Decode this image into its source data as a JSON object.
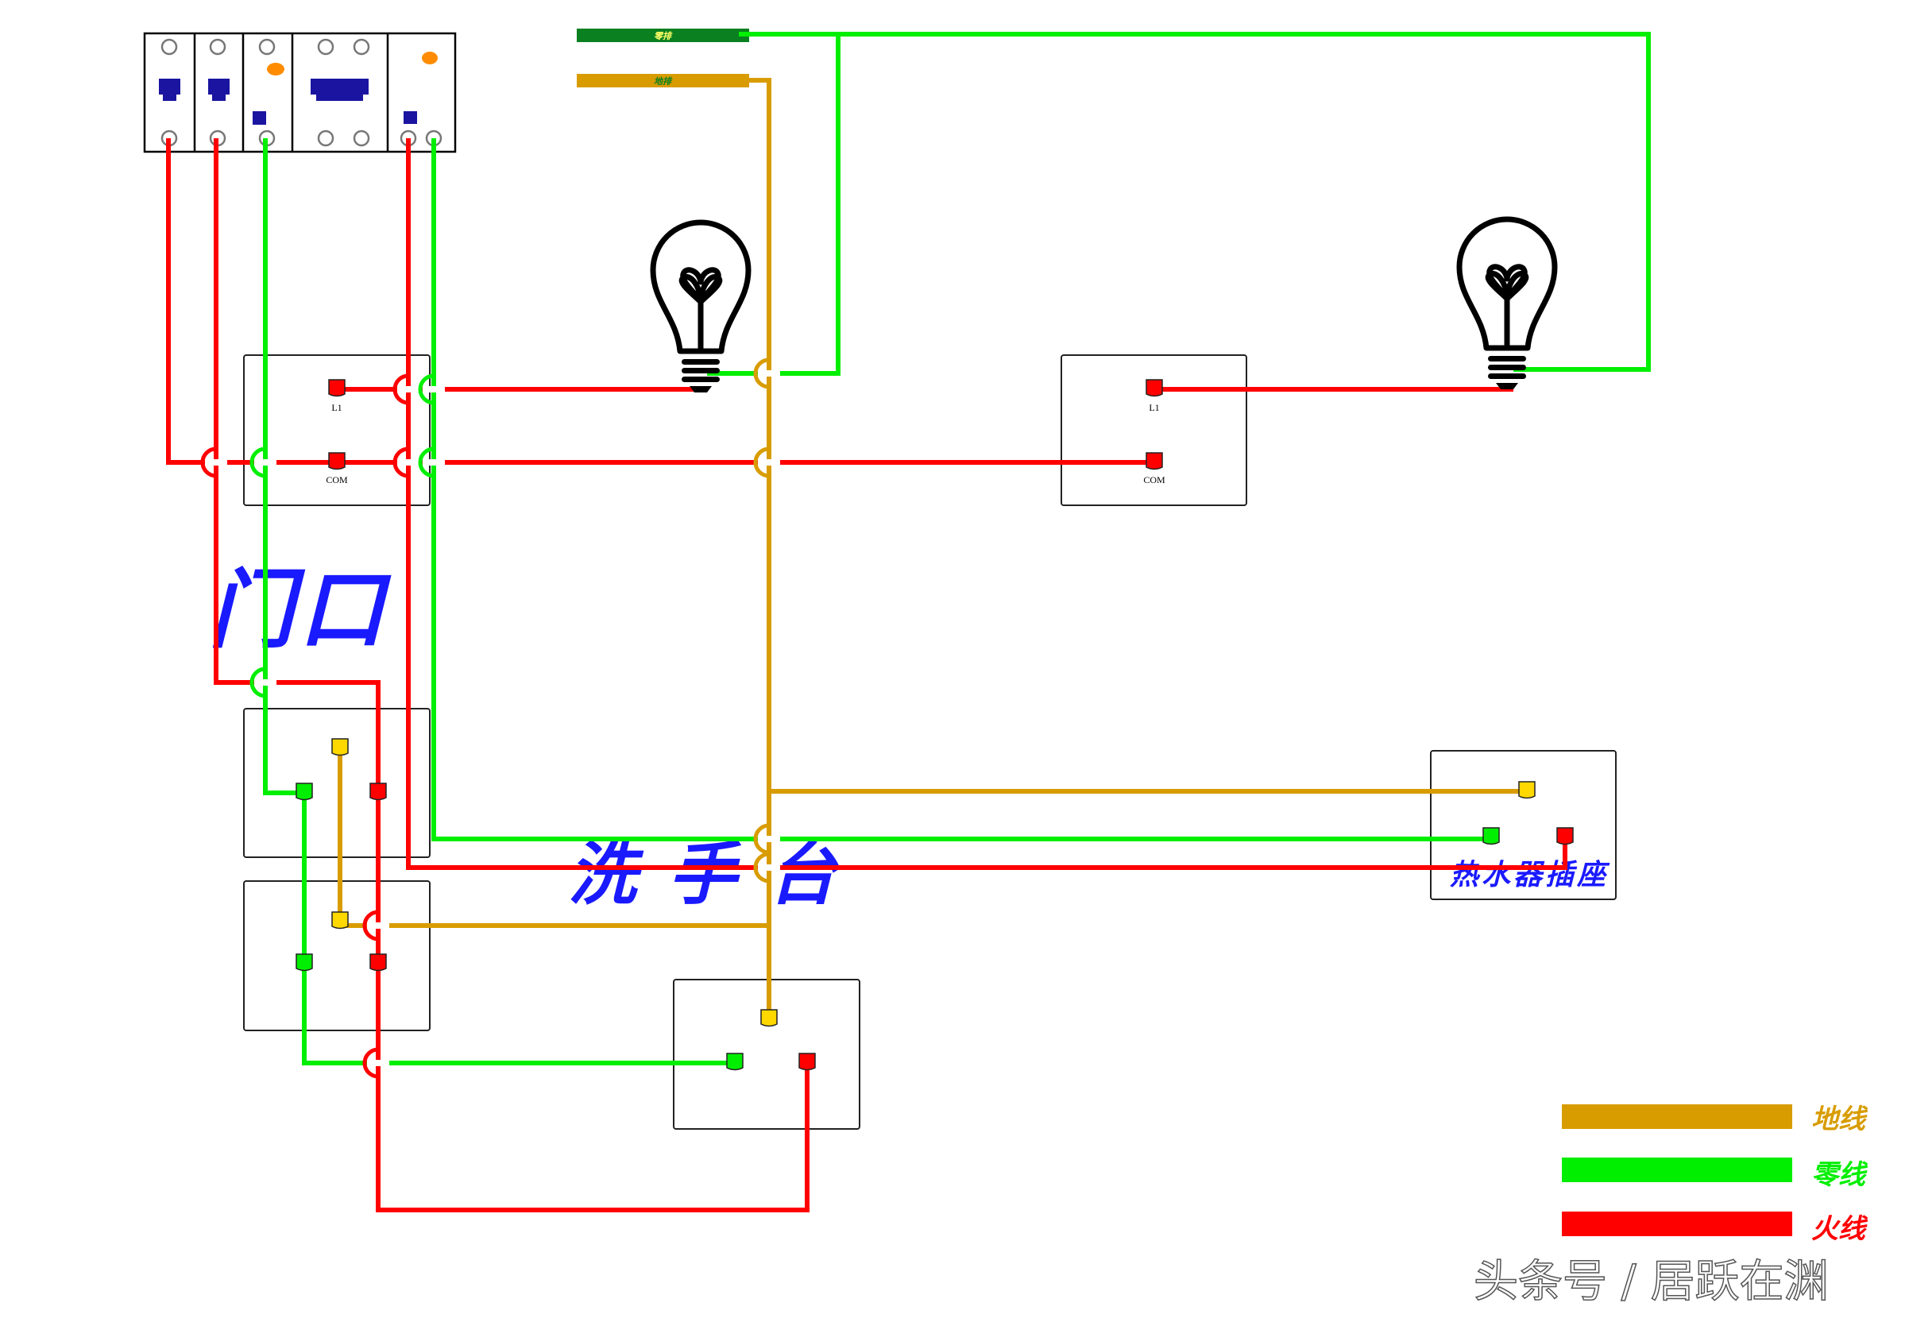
{
  "title": "门口双控开关 + 洗手台插座接线图",
  "colors": {
    "live": "#ff0000",
    "neutral": "#00ee00",
    "ground": "#d89c00",
    "ground_terminal": "#ffd800",
    "neutral_bus": "#0a8020",
    "label_blue": "#1a1aff",
    "breaker_handle": "#1a14a0",
    "indicator": "#ff8c00"
  },
  "bus_bars": {
    "neutral": {
      "label": "零排"
    },
    "ground": {
      "label": "地排"
    }
  },
  "breaker_panel": {
    "modules": [
      {
        "name": "breaker-1",
        "type": "single-pole"
      },
      {
        "name": "breaker-2",
        "type": "single-pole"
      },
      {
        "name": "breaker-3",
        "type": "leakage"
      },
      {
        "name": "breaker-4",
        "type": "double-pole"
      },
      {
        "name": "breaker-5",
        "type": "leakage"
      }
    ]
  },
  "switches": [
    {
      "name": "switch-door",
      "terminals": {
        "l1": "L1",
        "com": "COM"
      }
    },
    {
      "name": "switch-remote",
      "terminals": {
        "l1": "L1",
        "com": "COM"
      }
    }
  ],
  "labels": {
    "doorway": "门口",
    "washbasin": "洗手台",
    "water_heater_socket": "热水器插座"
  },
  "legend": [
    {
      "label": "地线",
      "color": "#d89c00"
    },
    {
      "label": "零线",
      "color": "#00ee00"
    },
    {
      "label": "火线",
      "color": "#ff0000"
    }
  ],
  "watermark": "头条号 / 居跃在渊"
}
